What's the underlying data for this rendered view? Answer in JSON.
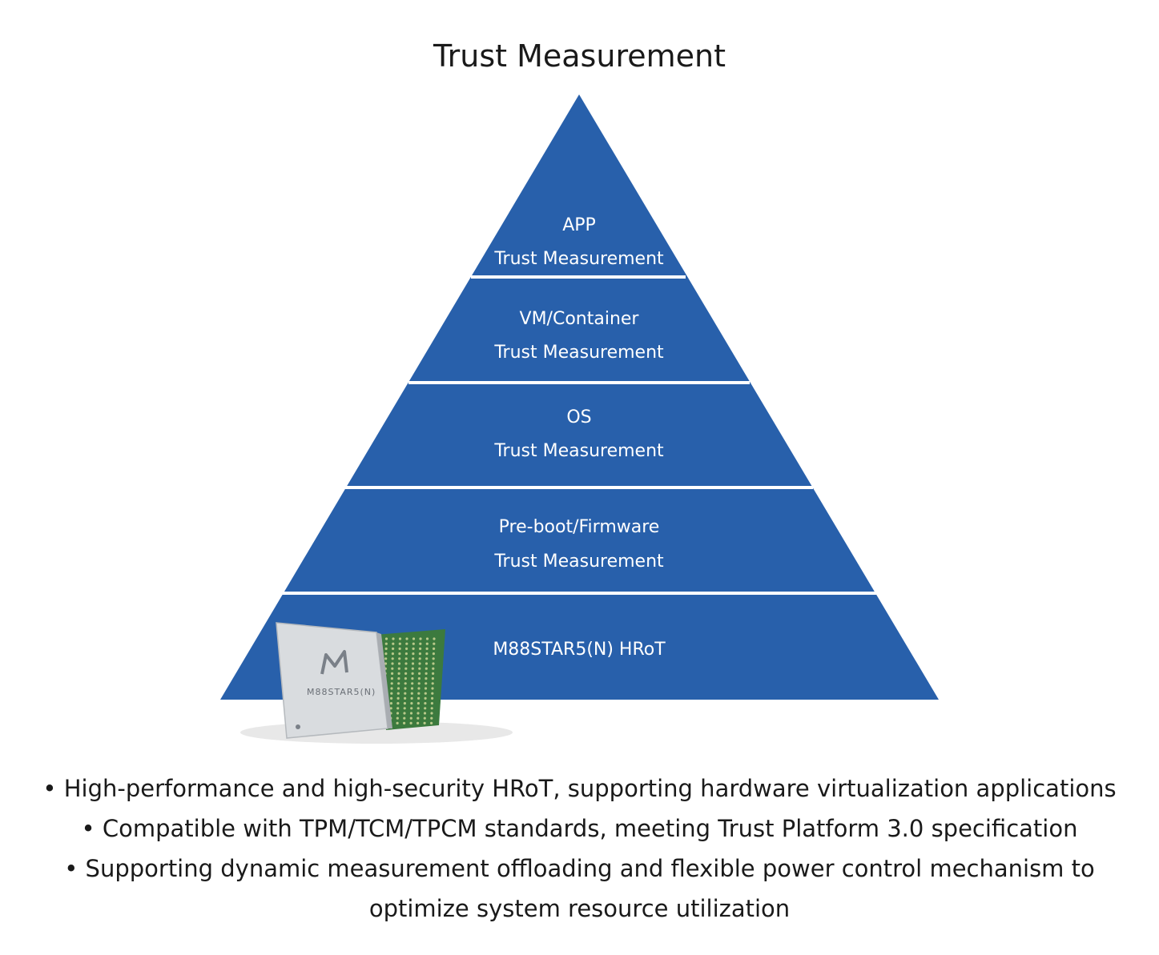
{
  "title": "Trust Measurement",
  "colors": {
    "pyramid_fill": "#2860ab",
    "divider": "#ffffff",
    "text_on_pyramid": "#ffffff",
    "chip_body": "#d9dcdf",
    "chip_pcb": "#3c7a3e"
  },
  "layers": [
    {
      "line1": "APP",
      "line2": "Trust Measurement"
    },
    {
      "line1": "VM/Container",
      "line2": "Trust Measurement"
    },
    {
      "line1": "OS",
      "line2": "Trust Measurement"
    },
    {
      "line1": "Pre-boot/Firmware",
      "line2": "Trust Measurement"
    },
    {
      "line1": "M88STAR5(N) HRoT"
    }
  ],
  "chip": {
    "marking": "M88STAR5(N)",
    "logo": "M"
  },
  "bullets": [
    "• High-performance and high-security HRoT, supporting hardware virtualization applications",
    "• Compatible with TPM/TCM/TPCM standards, meeting Trust Platform 3.0 specification",
    "• Supporting dynamic measurement offloading and flexible power control mechanism to optimize system resource utilization"
  ]
}
